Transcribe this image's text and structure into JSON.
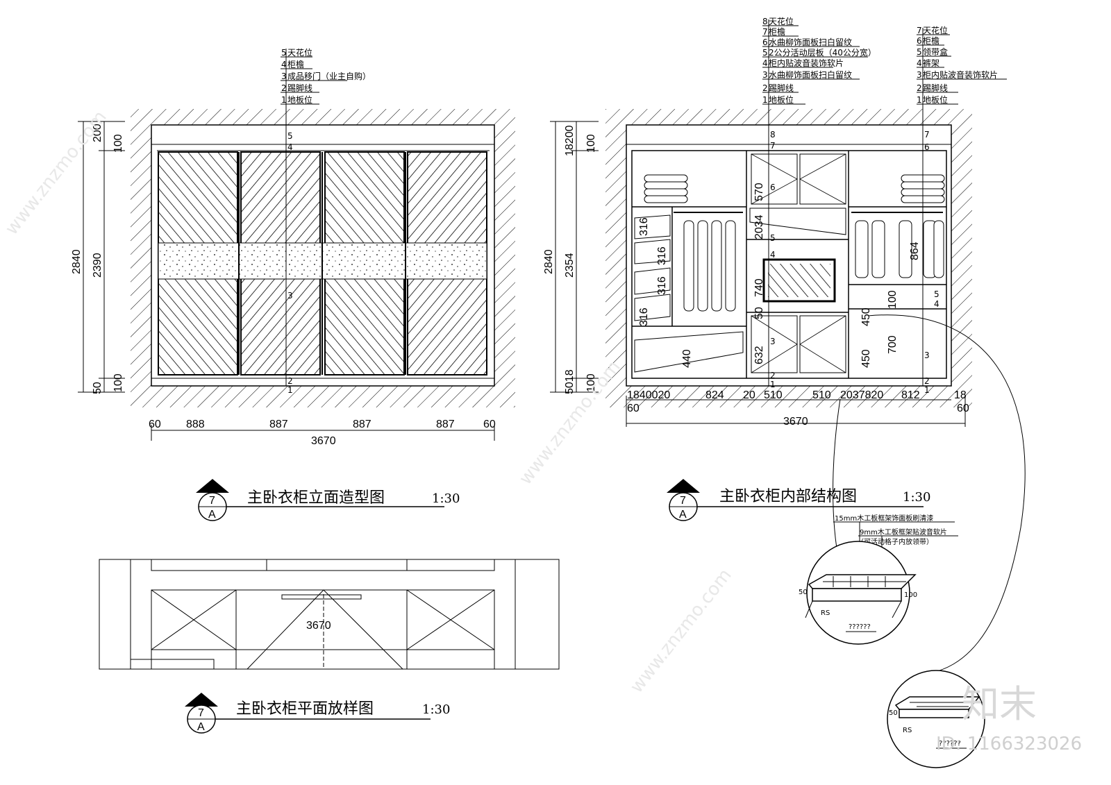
{
  "titles": {
    "elevation": "主卧衣柜立面造型图",
    "interior": "主卧衣柜内部结构图",
    "plan": "主卧衣柜平面放样图",
    "scale": "1:30",
    "tag_top": "7",
    "tag_bottom": "A"
  },
  "elevation": {
    "leaders": [
      {
        "n": "5",
        "text": "天花位"
      },
      {
        "n": "4",
        "text": "柜檐"
      },
      {
        "n": "3",
        "text": "成品移门（业主自购）"
      },
      {
        "n": "2",
        "text": "踢脚线"
      },
      {
        "n": "1",
        "text": "地板位"
      }
    ],
    "dims_bottom": [
      "60",
      "888",
      "887",
      "887",
      "887",
      "60"
    ],
    "total": "3670",
    "dims_left": [
      "2840",
      "2390",
      "200",
      "100",
      "100",
      "50"
    ]
  },
  "interior": {
    "leaders_mid": [
      {
        "n": "8",
        "text": "天花位"
      },
      {
        "n": "7",
        "text": "柜檐"
      },
      {
        "n": "6",
        "text": "水曲柳饰面板扫白留纹"
      },
      {
        "n": "5",
        "text": "2公分活动层板（40公分宽）"
      },
      {
        "n": "4",
        "text": "柜内贴波音装饰软片"
      },
      {
        "n": "3",
        "text": "水曲柳饰面板扫白留纹"
      },
      {
        "n": "2",
        "text": "踢脚线"
      },
      {
        "n": "1",
        "text": "地板位"
      }
    ],
    "leaders_right": [
      {
        "n": "7",
        "text": "天花位"
      },
      {
        "n": "6",
        "text": "柜檐"
      },
      {
        "n": "5",
        "text": "领带盒"
      },
      {
        "n": "4",
        "text": "裤架"
      },
      {
        "n": "3",
        "text": "柜内贴波音装饰软片"
      },
      {
        "n": "2",
        "text": "踢脚线"
      },
      {
        "n": "1",
        "text": "地板位"
      }
    ],
    "dims_bottom": [
      "1840020",
      "824",
      "20",
      "510",
      "510",
      "2037820",
      "812",
      "18"
    ],
    "dims_ends": [
      "60",
      "60"
    ],
    "total": "3670",
    "dims_left": [
      "2840",
      "2354",
      "18200",
      "100",
      "100",
      "5018"
    ],
    "inner_dims": [
      "316",
      "316",
      "316",
      "316",
      "440",
      "570",
      "2034",
      "740",
      "50",
      "632",
      "450",
      "450",
      "700",
      "864",
      "100"
    ]
  },
  "detail": {
    "note1": "15mm木工板框架饰面板刷清漆",
    "note2": "9mm木工板框架贴波音软片",
    "note3": "（可活动格子内放领带）",
    "dim_a": "50",
    "dim_b": "RS",
    "dim_c": "100",
    "placeholder": "??????"
  },
  "plan": {
    "total": "3670"
  },
  "watermark": {
    "brand": "知末",
    "id": "ID: 1166323026",
    "site": "www.znzmo.com"
  }
}
